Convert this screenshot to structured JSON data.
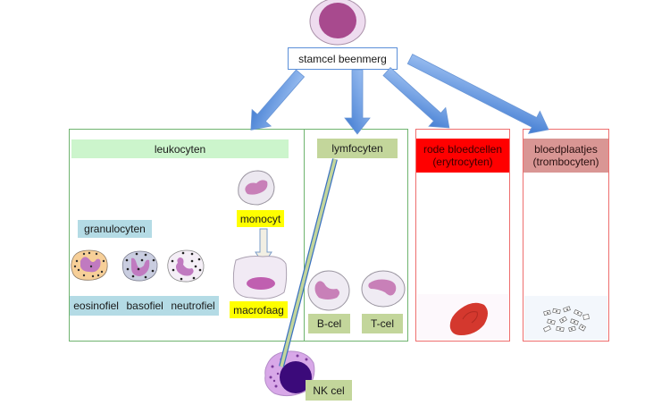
{
  "title": "stamcel beenmerg",
  "groups": {
    "leukocyten": {
      "header": "leukocyten",
      "granulocyten": {
        "label": "granulocyten",
        "types": [
          "eosinofiel",
          "basofiel",
          "neutrofiel"
        ]
      },
      "monocyt": "monocyt",
      "macrofaag": "macrofaag"
    },
    "lymfocyten": {
      "header": "lymfocyten",
      "b_cel": "B-cel",
      "t_cel": "T-cel",
      "nk_cel": "NK cel"
    },
    "erytrocyten": {
      "header_line1": "rode bloedcellen",
      "header_line2": "(erytrocyten)"
    },
    "trombocyten": {
      "header_line1": "bloedplaatjes",
      "header_line2": "(trombocyten)"
    }
  },
  "colors": {
    "arrow_blue": "#5b8fd8",
    "leukocyten_header": "#ccf5cc",
    "granulocyten_label": "#b4dbe5",
    "monocyt_label": "#ffff00",
    "lymfocyten_label": "#c3d69b",
    "erytrocyten_header": "#ff0000",
    "trombocyten_header": "#d99694",
    "green_border": "#6fb46f",
    "red_border": "#ee6e6e"
  }
}
